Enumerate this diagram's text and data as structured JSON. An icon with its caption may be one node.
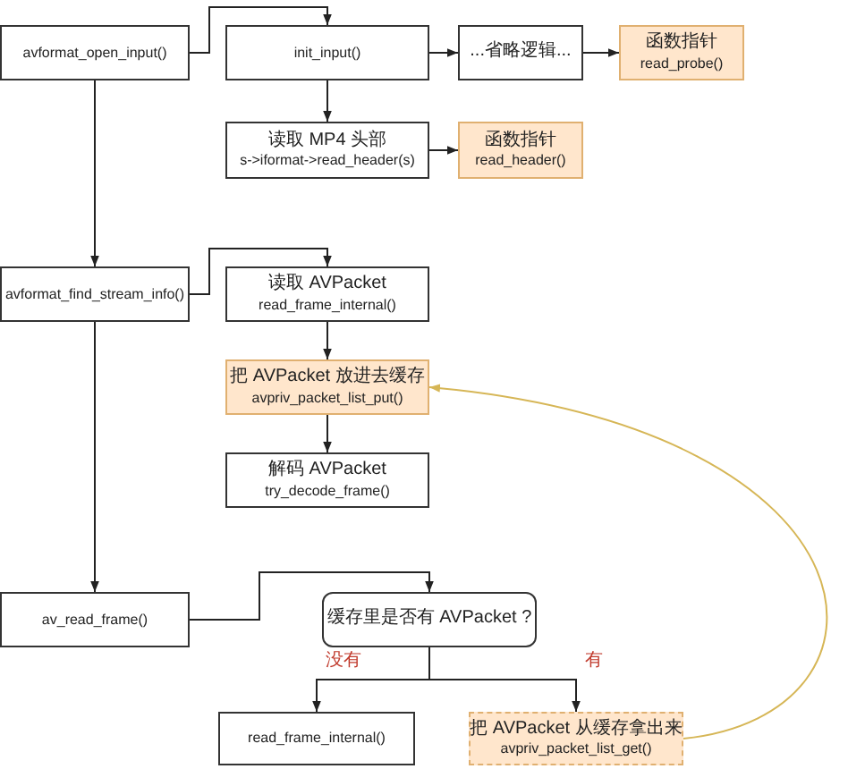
{
  "diagram": {
    "nodes": [
      {
        "text": [
          "avformat_open_input()"
        ]
      },
      {
        "text": [
          "init_input()"
        ]
      },
      {
        "text": [
          "...省略逻辑..."
        ]
      },
      {
        "text": [
          "函数指针",
          "read_probe()"
        ]
      },
      {
        "text": [
          "读取 MP4 头部",
          "s->iformat->read_header(s)"
        ]
      },
      {
        "text": [
          "函数指针",
          "read_header()"
        ]
      },
      {
        "text": [
          "avformat_find_stream_info()"
        ]
      },
      {
        "text": [
          "读取 AVPacket",
          "read_frame_internal()"
        ]
      },
      {
        "text": [
          "把 AVPacket 放进去缓存",
          "avpriv_packet_list_put()"
        ]
      },
      {
        "text": [
          "解码 AVPacket",
          "try_decode_frame()"
        ]
      },
      {
        "text": [
          "av_read_frame()"
        ]
      },
      {
        "text": [
          "缓存里是否有 AVPacket ?"
        ]
      },
      {
        "text": [
          "read_frame_internal()"
        ]
      },
      {
        "text": [
          "把 AVPacket 从缓存拿出来",
          "avpriv_packet_list_get()"
        ]
      }
    ],
    "edges": [
      {
        "from": 0,
        "to": 1,
        "arrow": "to"
      },
      {
        "from": 1,
        "to": 2,
        "arrow": "to"
      },
      {
        "from": 2,
        "to": 3,
        "arrow": "to"
      },
      {
        "from": 1,
        "to": 4,
        "arrow": "to"
      },
      {
        "from": 4,
        "to": 5,
        "arrow": "to"
      },
      {
        "from": 0,
        "to": 6,
        "arrow": "to"
      },
      {
        "from": 6,
        "to": 7,
        "arrow": "to"
      },
      {
        "from": 7,
        "to": 8,
        "arrow": "to"
      },
      {
        "from": 8,
        "to": 9,
        "arrow": "to"
      },
      {
        "from": 6,
        "to": 10,
        "arrow": "to"
      },
      {
        "from": 10,
        "to": 11,
        "arrow": "to"
      },
      {
        "from": 11,
        "to": 12,
        "label": "没有",
        "arrow": "to"
      },
      {
        "from": 11,
        "to": 13,
        "label": "有",
        "arrow": "to"
      },
      {
        "from": 13,
        "to": 8,
        "arrow": "to",
        "color": "#d6b656"
      }
    ]
  }
}
